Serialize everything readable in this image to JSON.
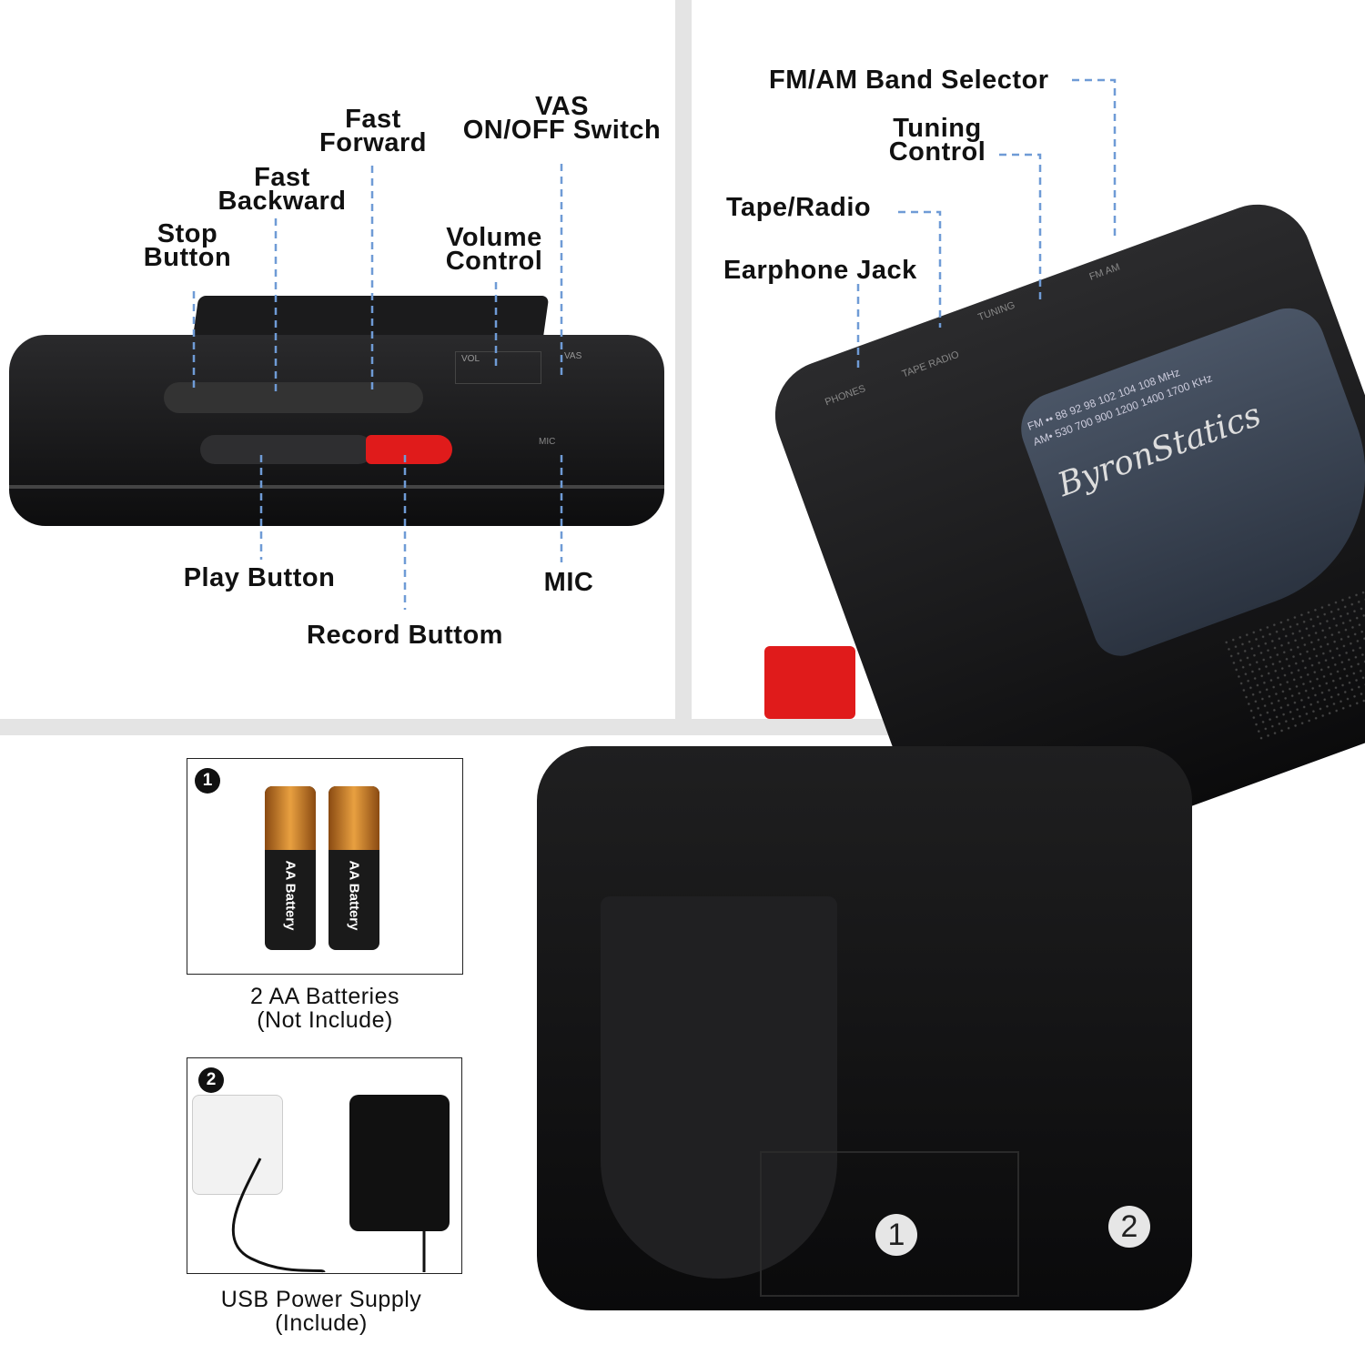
{
  "callouts_left": {
    "stop": "Stop\nButton",
    "fast_backward": "Fast\nBackward",
    "fast_forward": "Fast\nForward",
    "vas": "VAS\nON/OFF Switch",
    "volume": "Volume\nControl",
    "play": "Play Button",
    "record": "Record Buttom",
    "mic": "MIC"
  },
  "callouts_right": {
    "band": "FM/AM Band Selector",
    "tuning": "Tuning\nControl",
    "tape_radio": "Tape/Radio",
    "earphone": "Earphone Jack"
  },
  "device_labels": {
    "brand": "ByronStatics",
    "fm_scale": "FM •• 88  92  98  102 104 108 MHz",
    "am_scale": "AM• 530 700 900 1200 1400 1700 KHz",
    "vol": "VOL",
    "vas": "VAS",
    "mic": "MIC",
    "phones": "PHONES",
    "tape_radio": "TAPE RADIO",
    "tuning": "TUNING",
    "fm_am": "FM AM"
  },
  "power": {
    "option1_number": "1",
    "option1_battery_label": "AA Battery",
    "option1_caption": "2 AA Batteries\n(Not Include)",
    "option2_number": "2",
    "option2_caption": "USB Power Supply\n(Include)",
    "marker1": "1",
    "marker2": "2"
  },
  "colors": {
    "callout_line": "#6f9bd6",
    "record_button": "#e01b1b",
    "divider": "#e4e4e4"
  }
}
